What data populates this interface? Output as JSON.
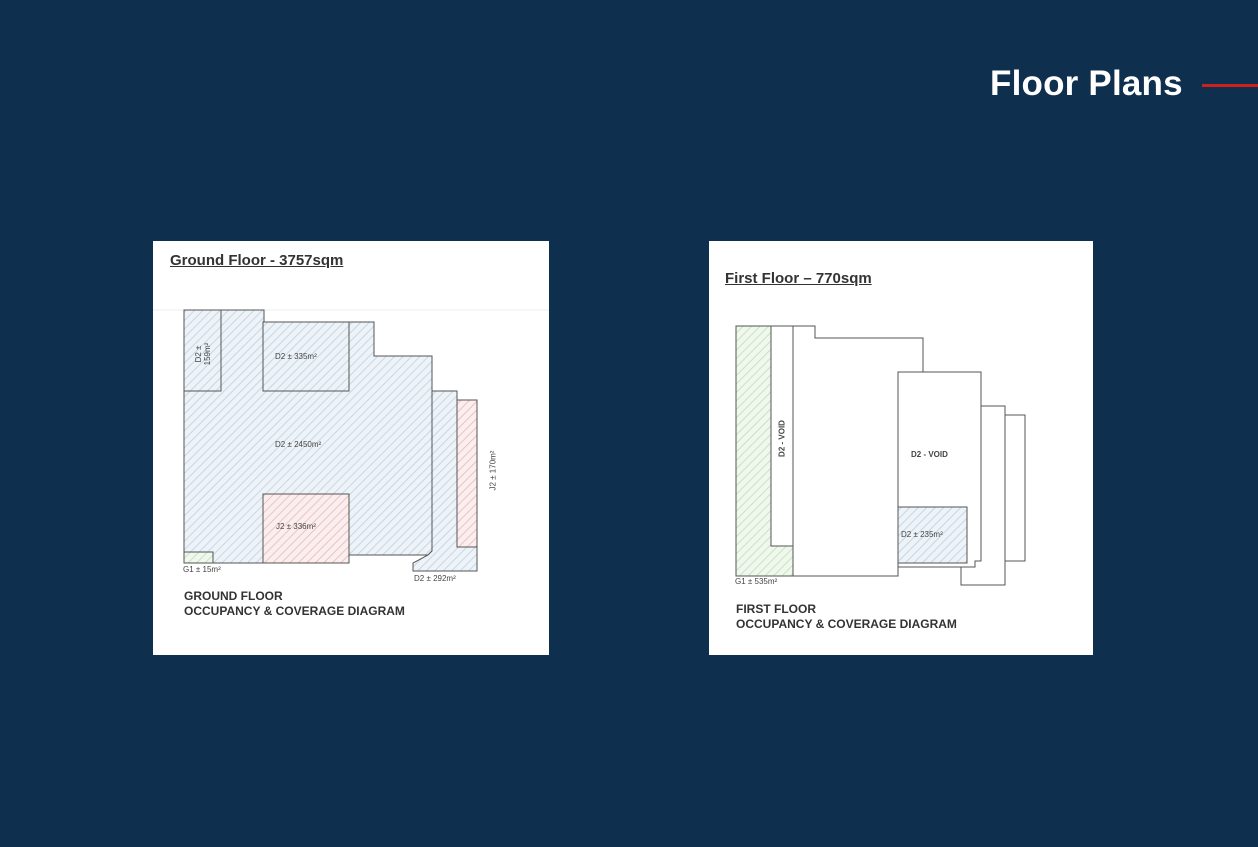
{
  "header": {
    "title": "Floor Plans",
    "accent_color": "#d0201e"
  },
  "ground_floor": {
    "title": "Ground Floor - 3757sqm",
    "caption_line1": "GROUND FLOOR",
    "caption_line2": "OCCUPANCY & COVERAGE DIAGRAM",
    "labels": {
      "d2_159": "D2 ± 159m²",
      "d2_335": "D2 ± 335m²",
      "d2_2450": "D2 ± 2450m²",
      "j2_336": "J2 ± 336m²",
      "j2_170": "J2 ± 170m²",
      "g1_15": "G1 ± 15m²",
      "d2_292": "D2 ± 292m²"
    }
  },
  "first_floor": {
    "title": "First Floor – 770sqm",
    "caption_line1": "FIRST FLOOR",
    "caption_line2": "OCCUPANCY & COVERAGE DIAGRAM",
    "labels": {
      "d2_void_left": "D2 - VOID",
      "d2_void_right": "D2 - VOID",
      "d2_235": "D2 ± 235m²",
      "g1_535": "G1 ± 535m²"
    }
  },
  "colors": {
    "background": "#0e2f4e",
    "blue_hatch": "#b9cde0",
    "red_hatch": "#e8b4b4",
    "green_hatch": "#b8dcb0"
  }
}
